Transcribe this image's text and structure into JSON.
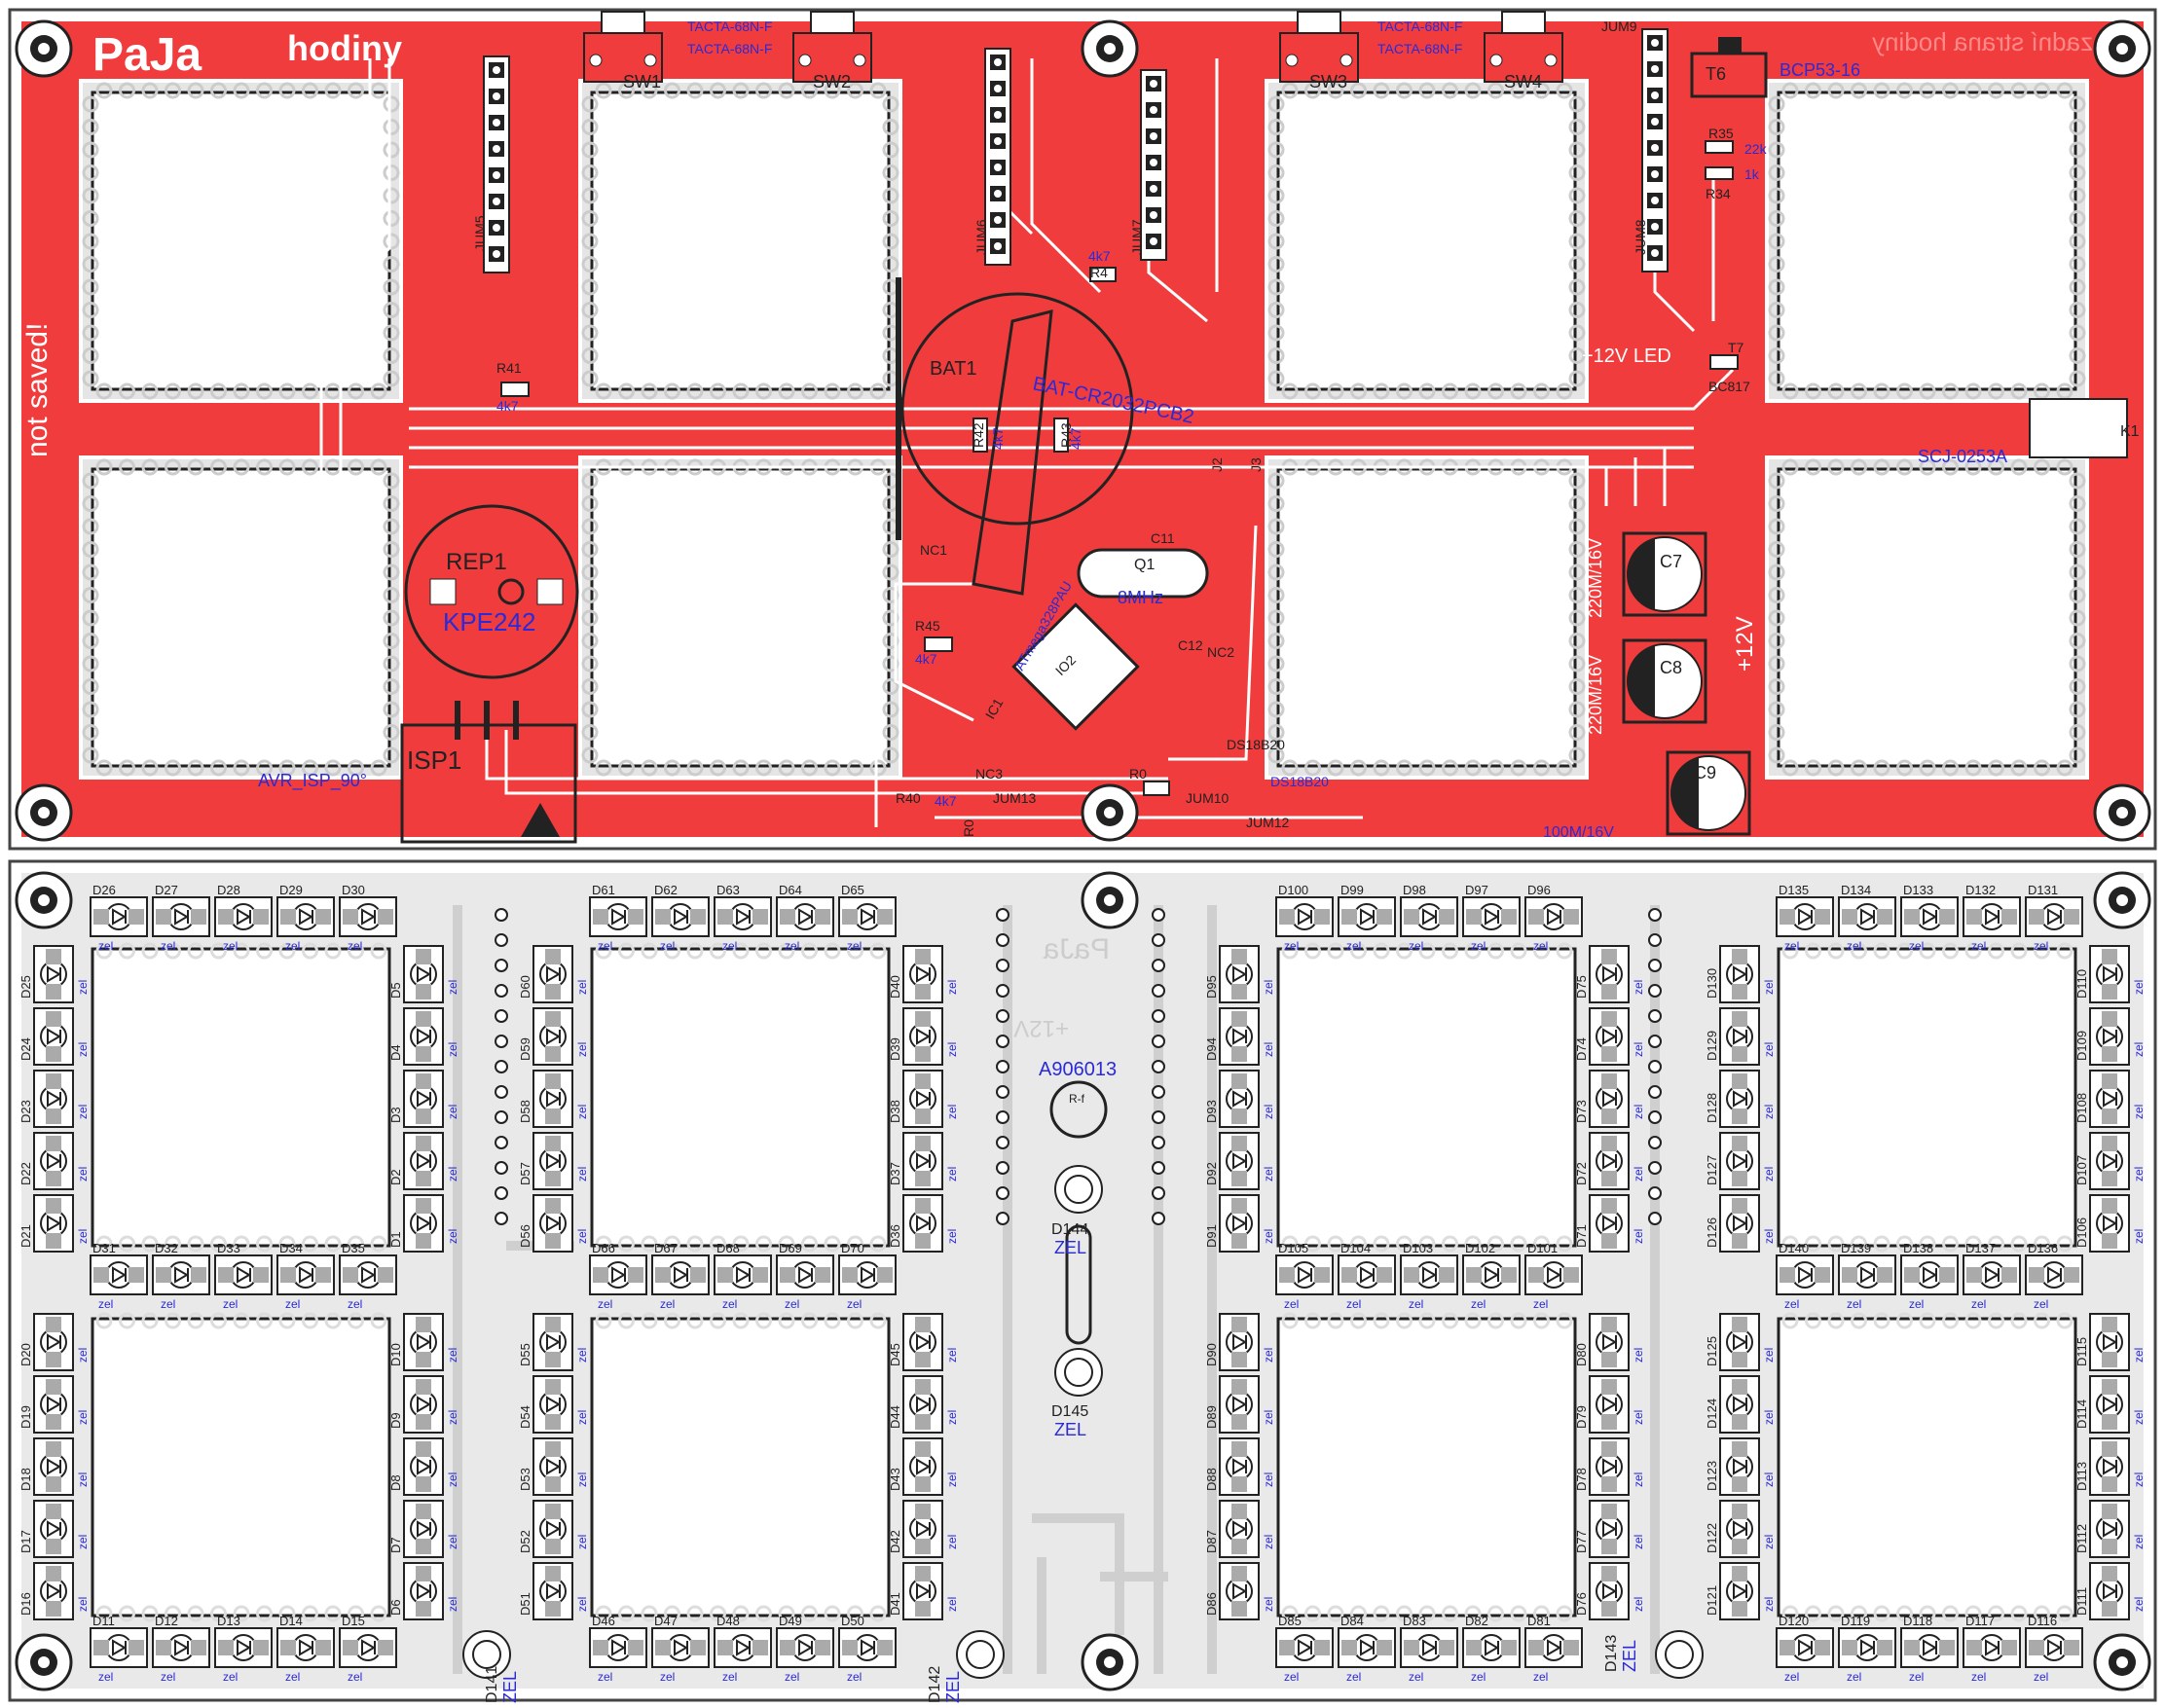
{
  "colors": {
    "top_copper": "#f03c3c",
    "bottom_copper": "#dcdcdc",
    "silkscreen": "#222222",
    "value_text": "#2a2ad8",
    "board_edge": "#444444",
    "pad": "#ffffff"
  },
  "top_board": {
    "logo": "PaJa",
    "product": "hodiny",
    "mirrored_text": "zadní strana hodiny",
    "side_note": "not saved!",
    "labels": [
      {
        "id": "jum5",
        "text": "JUM5"
      },
      {
        "id": "jum6",
        "text": "JUM6"
      },
      {
        "id": "jum7",
        "text": "JUM7"
      },
      {
        "id": "jum8",
        "text": "JUM8"
      },
      {
        "id": "jum9",
        "text": "JUM9"
      },
      {
        "id": "jum10",
        "text": "JUM10"
      },
      {
        "id": "jum12",
        "text": "JUM12"
      },
      {
        "id": "jum13",
        "text": "JUM13"
      },
      {
        "id": "sw1",
        "text": "SW1"
      },
      {
        "id": "sw2",
        "text": "SW2"
      },
      {
        "id": "sw3",
        "text": "SW3"
      },
      {
        "id": "sw4",
        "text": "SW4"
      },
      {
        "id": "tact1a",
        "text": "TACTA-68N-F"
      },
      {
        "id": "tact1b",
        "text": "TACTA-68N-F"
      },
      {
        "id": "tact2a",
        "text": "TACTA-68N-F"
      },
      {
        "id": "tact2b",
        "text": "TACTA-68N-F"
      },
      {
        "id": "t6",
        "text": "T6"
      },
      {
        "id": "bcp",
        "text": "BCP53-16"
      },
      {
        "id": "r35",
        "text": "R35"
      },
      {
        "id": "r34",
        "text": "R34"
      },
      {
        "id": "r35v",
        "text": "22k"
      },
      {
        "id": "r34v",
        "text": "1k"
      },
      {
        "id": "led12",
        "text": "+12V LED"
      },
      {
        "id": "t7",
        "text": "T7"
      },
      {
        "id": "bc817",
        "text": "BC817"
      },
      {
        "id": "k1",
        "text": "K1"
      },
      {
        "id": "scj",
        "text": "SCJ-0253A"
      },
      {
        "id": "bat1",
        "text": "BAT1"
      },
      {
        "id": "batcr",
        "text": "BAT-CR2032PCB2"
      },
      {
        "id": "r4",
        "text": "R4"
      },
      {
        "id": "r4v",
        "text": "4k7"
      },
      {
        "id": "r41",
        "text": "R41"
      },
      {
        "id": "r41v",
        "text": "4k7"
      },
      {
        "id": "r42",
        "text": "R42"
      },
      {
        "id": "r42v",
        "text": "4k7"
      },
      {
        "id": "r43",
        "text": "R43"
      },
      {
        "id": "r43v",
        "text": "4k7"
      },
      {
        "id": "j2",
        "text": "J2"
      },
      {
        "id": "j3",
        "text": "J3"
      },
      {
        "id": "rep1",
        "text": "REP1"
      },
      {
        "id": "kpe",
        "text": "KPE242"
      },
      {
        "id": "c7",
        "text": "C7"
      },
      {
        "id": "c8",
        "text": "C8"
      },
      {
        "id": "c9",
        "text": "C9"
      },
      {
        "id": "c7v",
        "text": "220M/16V"
      },
      {
        "id": "c8v",
        "text": "220M/16V"
      },
      {
        "id": "c9v",
        "text": "100M/16V"
      },
      {
        "id": "plus12",
        "text": "+12V"
      },
      {
        "id": "q1",
        "text": "Q1"
      },
      {
        "id": "q1v",
        "text": "8MHz"
      },
      {
        "id": "c11",
        "text": "C11"
      },
      {
        "id": "c12",
        "text": "C12"
      },
      {
        "id": "r45",
        "text": "R45"
      },
      {
        "id": "r45v",
        "text": "4k7"
      },
      {
        "id": "nc1",
        "text": "NC1"
      },
      {
        "id": "nc2",
        "text": "NC2"
      },
      {
        "id": "nc3",
        "text": "NC3"
      },
      {
        "id": "io2",
        "text": "IO2"
      },
      {
        "id": "atmega",
        "text": "ATmega328PAU"
      },
      {
        "id": "ic1",
        "text": "IC1"
      },
      {
        "id": "ds",
        "text": "DS18B20"
      },
      {
        "id": "ds2",
        "text": "DS18B20"
      },
      {
        "id": "r40",
        "text": "R40"
      },
      {
        "id": "r40v",
        "text": "4k7"
      },
      {
        "id": "r0a",
        "text": "R0"
      },
      {
        "id": "r0b",
        "text": "R0"
      },
      {
        "id": "isp1",
        "text": "ISP1"
      },
      {
        "id": "avrisp",
        "text": "AVR_ISP_90°"
      }
    ]
  },
  "bottom_board": {
    "logo": "PaJa",
    "supply": "+12V",
    "sensor_label": "A906013",
    "sensor_ref": "R-f",
    "color_code": "zel",
    "center_leds": [
      {
        "id": "d144",
        "ref": "D144",
        "color": "ZEL"
      },
      {
        "id": "d145",
        "ref": "D145",
        "color": "ZEL"
      },
      {
        "id": "d141",
        "ref": "D141",
        "color": "ZEL"
      },
      {
        "id": "d142",
        "ref": "D142",
        "color": "ZEL"
      },
      {
        "id": "d143",
        "ref": "D143",
        "color": "ZEL"
      }
    ],
    "digits": [
      {
        "top": [
          "D26",
          "D27",
          "D28",
          "D29",
          "D30"
        ],
        "left": [
          "D25",
          "D24",
          "D23",
          "D22",
          "D21"
        ],
        "right": [
          "D5",
          "D4",
          "D3",
          "D2",
          "D1"
        ],
        "mid": [
          "D31",
          "D32",
          "D33",
          "D34",
          "D35"
        ],
        "left2": [
          "D20",
          "D19",
          "D18",
          "D17",
          "D16"
        ],
        "right2": [
          "D10",
          "D9",
          "D8",
          "D7",
          "D6"
        ],
        "bottom": [
          "D11",
          "D12",
          "D13",
          "D14",
          "D15"
        ]
      },
      {
        "top": [
          "D61",
          "D62",
          "D63",
          "D64",
          "D65"
        ],
        "left": [
          "D60",
          "D59",
          "D58",
          "D57",
          "D56"
        ],
        "right": [
          "D40",
          "D39",
          "D38",
          "D37",
          "D36"
        ],
        "mid": [
          "D66",
          "D67",
          "D68",
          "D69",
          "D70"
        ],
        "left2": [
          "D55",
          "D54",
          "D53",
          "D52",
          "D51"
        ],
        "right2": [
          "D45",
          "D44",
          "D43",
          "D42",
          "D41"
        ],
        "bottom": [
          "D46",
          "D47",
          "D48",
          "D49",
          "D50"
        ]
      },
      {
        "top": [
          "D100",
          "D99",
          "D98",
          "D97",
          "D96"
        ],
        "left": [
          "D95",
          "D94",
          "D93",
          "D92",
          "D91"
        ],
        "right": [
          "D75",
          "D74",
          "D73",
          "D72",
          "D71"
        ],
        "mid": [
          "D105",
          "D104",
          "D103",
          "D102",
          "D101"
        ],
        "left2": [
          "D90",
          "D89",
          "D88",
          "D87",
          "D86"
        ],
        "right2": [
          "D80",
          "D79",
          "D78",
          "D77",
          "D76"
        ],
        "bottom": [
          "D85",
          "D84",
          "D83",
          "D82",
          "D81"
        ]
      },
      {
        "top": [
          "D135",
          "D134",
          "D133",
          "D132",
          "D131"
        ],
        "left": [
          "D130",
          "D129",
          "D128",
          "D127",
          "D126"
        ],
        "right": [
          "D110",
          "D109",
          "D108",
          "D107",
          "D106"
        ],
        "mid": [
          "D140",
          "D139",
          "D138",
          "D137",
          "D136"
        ],
        "left2": [
          "D125",
          "D124",
          "D123",
          "D122",
          "D121"
        ],
        "right2": [
          "D115",
          "D114",
          "D113",
          "D112",
          "D111"
        ],
        "bottom": [
          "D120",
          "D119",
          "D118",
          "D117",
          "D116"
        ]
      }
    ]
  }
}
